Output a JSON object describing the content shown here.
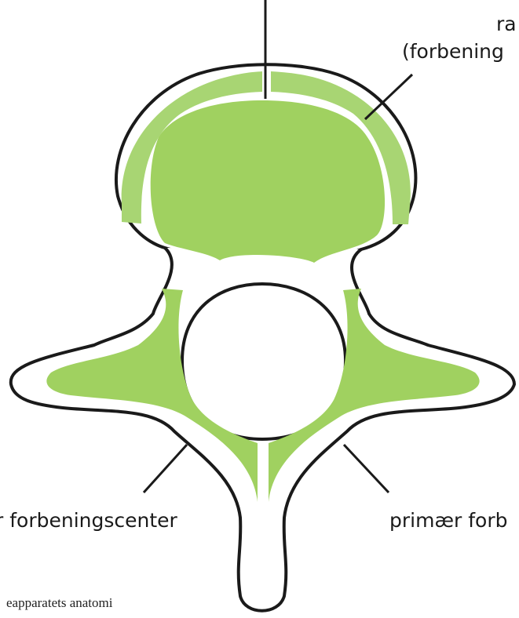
{
  "colors": {
    "bone_fill": "#a0d160",
    "ring_fill": "#a8d573",
    "outline": "#1a1a1a",
    "background": "#ffffff"
  },
  "labels": {
    "top_right_line1": "ra",
    "top_right_line2": "(forbening",
    "left": "r forbeningscenter",
    "right": "primær forb",
    "footer": "eapparatets anatomi"
  }
}
